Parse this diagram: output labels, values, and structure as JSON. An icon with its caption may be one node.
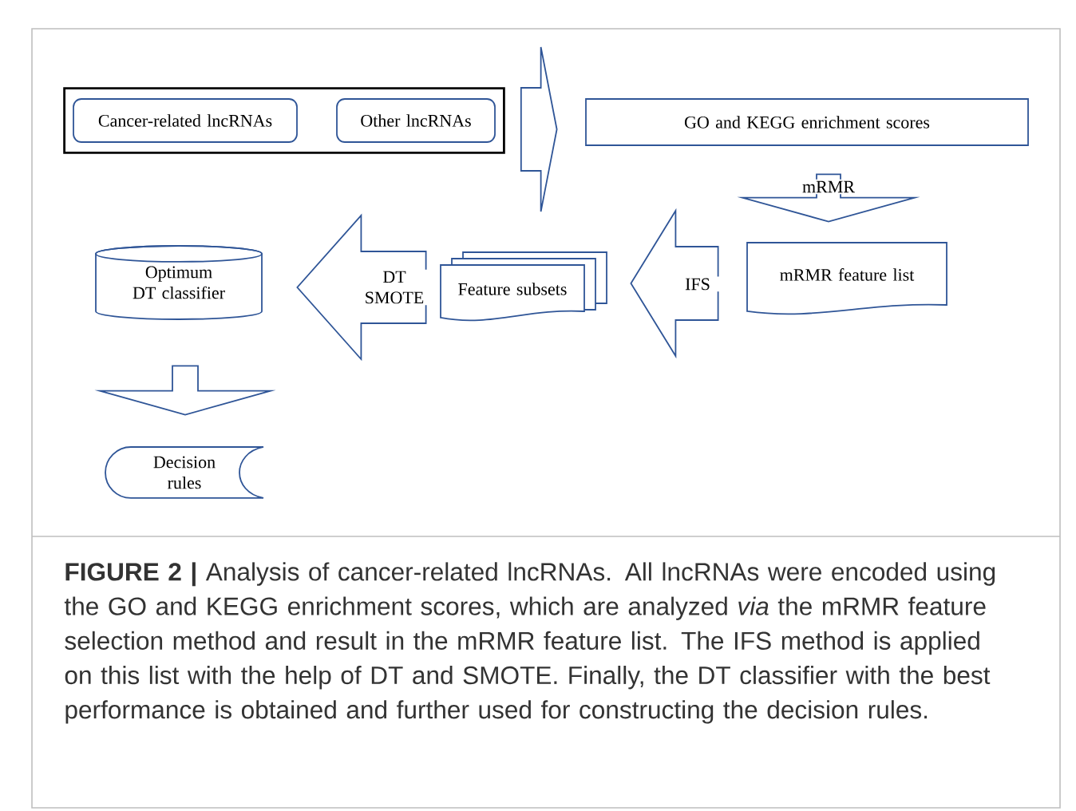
{
  "diagram": {
    "caption": "**FIGURE 2 |** Analysis of cancer-related lncRNAs. All lncRNAs were encoded using the GO and KEGG enrichment scores, which are analyzed *via* the mRMR feature selection method and result in the mRMR feature list. The IFS method is applied on this list with the help of DT and SMOTE. Finally, the DT classifier with the best performance is obtained and further used for constructing the decision rules.",
    "nodes": [
      {
        "text": [],
        "shape": "box"
      },
      {
        "text": [
          "Cancer-related lncRNAs"
        ],
        "in": 0
      },
      {
        "text": [
          "Other lncRNAs"
        ],
        "in": 0
      },
      {
        "text": [
          "GO and KEGG enrichment scores"
        ]
      },
      {
        "text": [
          "mRMR feature list"
        ]
      },
      {
        "text": [
          "Feature subsets"
        ]
      },
      {
        "text": [
          "Optimum DT classifier"
        ]
      },
      {
        "text": [
          "Decision rules"
        ]
      }
    ],
    "edges": [
      {
        "from": 0,
        "to": 3,
        "arrow": "to"
      },
      {
        "from": 3,
        "to": 4,
        "arrow": "to",
        "label": "mRMR"
      },
      {
        "from": 4,
        "to": 5,
        "arrow": "to",
        "label": "IFS"
      },
      {
        "from": 5,
        "to": 6,
        "arrow": "to",
        "label": "DT SMOTE"
      },
      {
        "from": 6,
        "to": 7,
        "arrow": "to"
      }
    ]
  }
}
